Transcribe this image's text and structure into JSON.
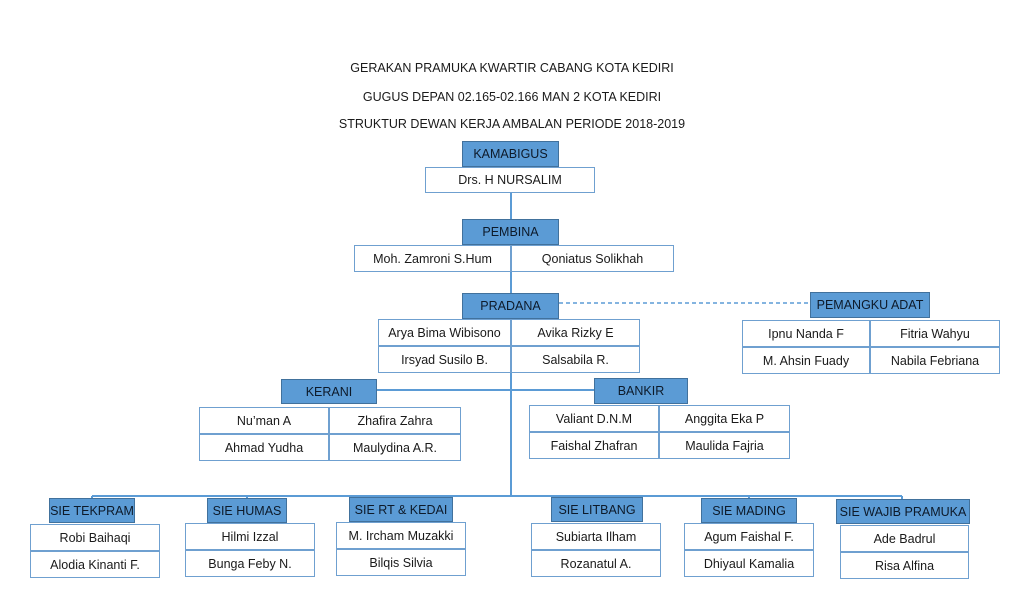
{
  "title": {
    "line1": "GERAKAN PRAMUKA KWARTIR CABANG KOTA KEDIRI",
    "line2": "GUGUS DEPAN 02.165-02.166 MAN 2 KOTA KEDIRI",
    "line3": "STRUKTUR DEWAN KERJA AMBALAN PERIODE 2018-2019"
  },
  "kamabigus": {
    "label": "KAMABIGUS",
    "members": [
      "Drs. H NURSALIM"
    ]
  },
  "pembina": {
    "label": "PEMBINA",
    "members": [
      "Moh. Zamroni S.Hum",
      "Qoniatus Solikhah"
    ]
  },
  "pradana": {
    "label": "PRADANA",
    "members": [
      "Arya Bima Wibisono",
      "Avika Rizky E",
      "Irsyad Susilo B.",
      "Salsabila R."
    ]
  },
  "pemangku_adat": {
    "label": "PEMANGKU ADAT",
    "members": [
      "Ipnu Nanda F",
      "Fitria Wahyu",
      "M. Ahsin Fuady",
      "Nabila Febriana"
    ]
  },
  "kerani": {
    "label": "KERANI",
    "members": [
      "Nu’man A",
      "Zhafira Zahra",
      "Ahmad Yudha",
      "Maulydina A.R."
    ]
  },
  "bankir": {
    "label": "BANKIR",
    "members": [
      "Valiant D.N.M",
      "Anggita Eka P",
      "Faishal Zhafran",
      "Maulida Fajria"
    ]
  },
  "sie": [
    {
      "label": "SIE TEKPRAM",
      "members": [
        "Robi Baihaqi",
        "Alodia Kinanti F."
      ]
    },
    {
      "label": "SIE HUMAS",
      "members": [
        "Hilmi Izzal",
        "Bunga Feby N."
      ]
    },
    {
      "label": "SIE RT & KEDAI",
      "members": [
        "M. Ircham Muzakki",
        "Bilqis Silvia"
      ]
    },
    {
      "label": "SIE LITBANG",
      "members": [
        "Subiarta Ilham",
        "Rozanatul A."
      ]
    },
    {
      "label": "SIE MADING",
      "members": [
        "Agum Faishal F.",
        "Dhiyaul Kamalia"
      ]
    },
    {
      "label": "SIE WAJIB PRAMUKA",
      "members": [
        "Ade Badrul",
        "Risa Alfina"
      ]
    }
  ],
  "colors": {
    "header_fill": "#5b9bd5",
    "header_border": "#41719c",
    "name_border": "#6fa0d0",
    "line": "#5b9bd5"
  }
}
